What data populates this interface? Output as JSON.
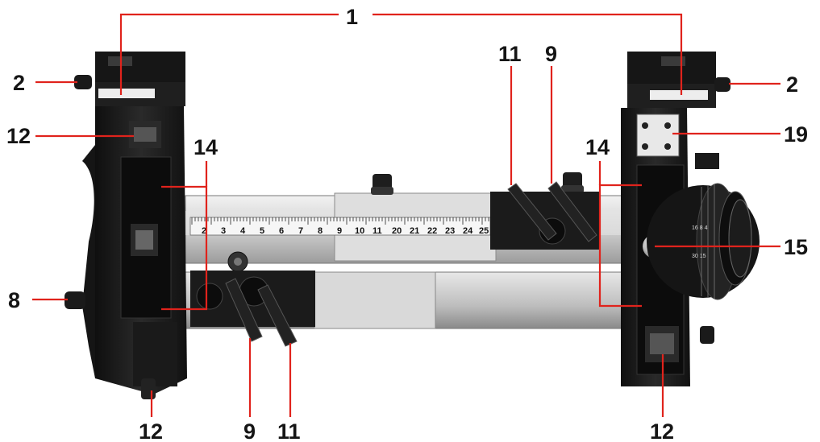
{
  "labels": {
    "top_1": "1",
    "left_2": "2",
    "right_2": "2",
    "left_12_top": "12",
    "left_12_bottom": "12",
    "right_12_bottom": "12",
    "top_11": "11",
    "top_9": "9",
    "bottom_9": "9",
    "bottom_11": "11",
    "left_14": "14",
    "right_14": "14",
    "right_19": "19",
    "right_15": "15",
    "left_8": "8"
  },
  "scale_upper": [
    "2",
    "3",
    "4",
    "5",
    "6",
    "7",
    "8",
    "9",
    "10",
    "11"
  ],
  "scale_upper_right": [
    "20",
    "21",
    "22",
    "23",
    "24",
    "25"
  ],
  "scale_top_right": [
    "25",
    "24",
    "23",
    "22",
    "21",
    "20"
  ],
  "colors": {
    "leader": "#e0231c",
    "label": "#151515",
    "body_dark": "#1c1c1c",
    "rail": "#c9c9c9"
  }
}
